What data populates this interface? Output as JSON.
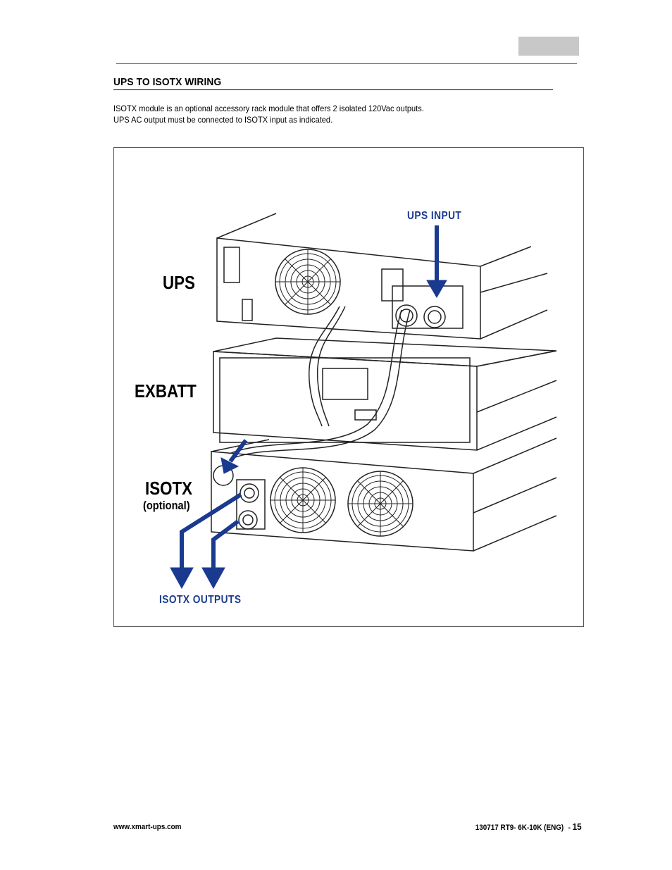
{
  "section": {
    "title": "UPS TO ISOTX WIRING",
    "lines": [
      "ISOTX module is an optional accessory rack module that offers 2 isolated 120Vac outputs.",
      "UPS AC output must be connected to ISOTX input as indicated."
    ]
  },
  "figure": {
    "labels": {
      "ups": "UPS",
      "exbatt": "EXBATT",
      "isotx": "ISOTX",
      "optional": "(optional)",
      "ups_input": "UPS INPUT",
      "isotx_outputs": "ISOTX OUTPUTS"
    },
    "colors": {
      "arrow": "#1a3a8f",
      "line": "#222222"
    }
  },
  "footer": {
    "website": "www.xmart-ups.com",
    "doc_ref": "130717 RT9- 6K-10K (ENG)",
    "page_sep": "-",
    "page_number": "15"
  }
}
